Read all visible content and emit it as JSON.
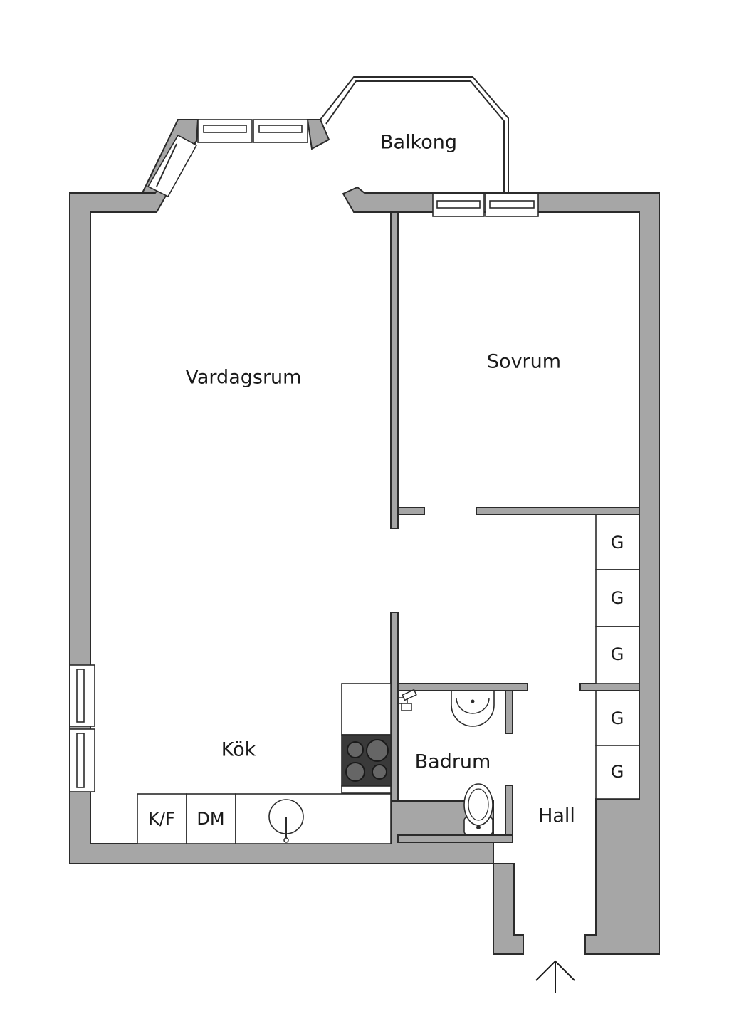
{
  "rooms": {
    "balcony": "Balkong",
    "living_room": "Vardagsrum",
    "bedroom": "Sovrum",
    "kitchen": "Kök",
    "bathroom": "Badrum",
    "hall": "Hall"
  },
  "fixtures": {
    "fridge_freezer": "K/F",
    "dishwasher": "DM",
    "wardrobes": [
      "G",
      "G",
      "G",
      "G",
      "G"
    ]
  },
  "colors": {
    "wall": "#a6a6a6",
    "line": "#2b2b2b",
    "background": "#ffffff"
  }
}
